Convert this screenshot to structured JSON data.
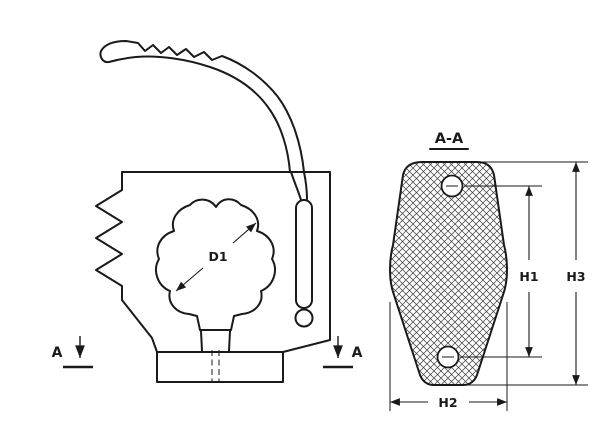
{
  "colors": {
    "line": "#1a1a1a",
    "bg": "#ffffff",
    "hatch": "#3a3a3a"
  },
  "view": {
    "section_title": "A-A",
    "cut_marker_left": "A",
    "cut_marker_right": "A"
  },
  "dimensions": {
    "d1": "D1",
    "h1": "H1",
    "h2": "H2",
    "h3": "H3"
  }
}
